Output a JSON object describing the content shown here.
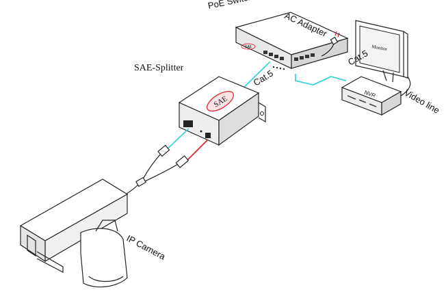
{
  "labels": {
    "poe_switch": "PoE  Switch",
    "ac_adapter": "AC Adapter",
    "sae_splitter": "SAE-Splitter",
    "cat5_splitter": "Cat.5",
    "cat5_nvr": "Cat.5",
    "monitor": "Monitor",
    "nvr": "NVR",
    "video_line": "Video line",
    "ip_camera": "IP Camera",
    "sae_logo": "SAE"
  },
  "colors": {
    "cat5_cable": "#3fd6d6",
    "power_cable": "#e0242b",
    "brand_red": "#d9343b",
    "device_grey": "#e6e6e6"
  }
}
